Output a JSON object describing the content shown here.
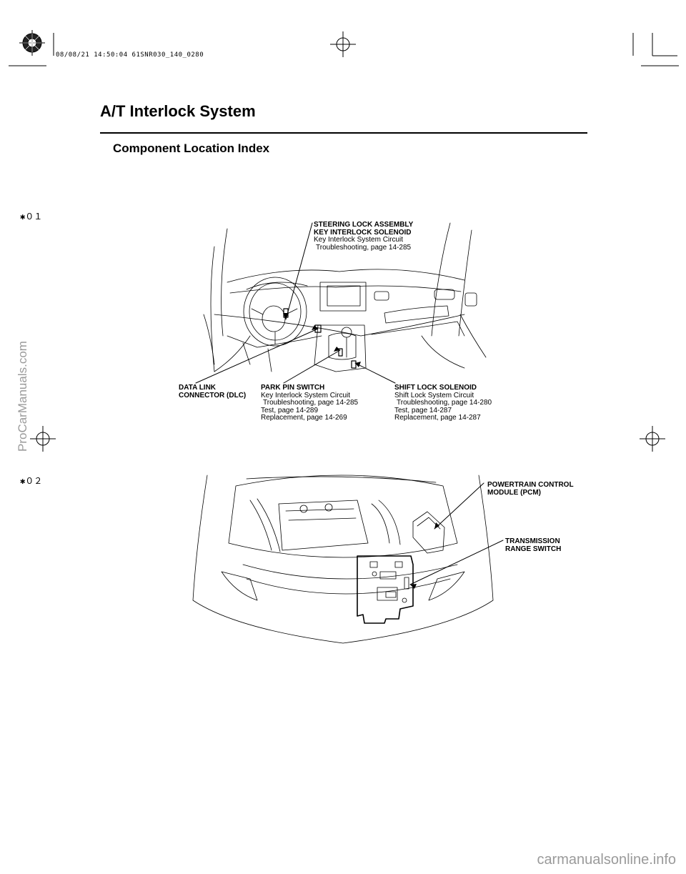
{
  "print_stamp": "08/08/21 14:50:04 61SNR030_140_0280",
  "page_title": "A/T Interlock System",
  "section_title": "Component Location Index",
  "margin_marks": [
    "✱０１",
    "✱０２"
  ],
  "side_watermark": "ProCarManuals.com",
  "footer_watermark": "carmanualsonline.info",
  "callouts": {
    "steering_lock": {
      "heading1": "STEERING LOCK ASSEMBLY",
      "heading2": "KEY INTERLOCK SOLENOID",
      "line1": "Key Interlock System Circuit",
      "line2": "Troubleshooting, page 14-285"
    },
    "dlc": {
      "heading1": "DATA LINK",
      "heading2": "CONNECTOR (DLC)"
    },
    "park_pin": {
      "heading": "PARK PIN SWITCH",
      "line1": "Key Interlock System Circuit",
      "line2": "Troubleshooting, page 14-285",
      "line3": "Test, page 14-289",
      "line4": "Replacement, page 14-269"
    },
    "shift_lock": {
      "heading": "SHIFT LOCK SOLENOID",
      "line1": "Shift Lock System Circuit",
      "line2": "Troubleshooting, page 14-280",
      "line3": "Test, page 14-287",
      "line4": "Replacement, page 14-287"
    },
    "pcm": {
      "heading1": "POWERTRAIN CONTROL",
      "heading2": "MODULE (PCM)"
    },
    "trs": {
      "heading1": "TRANSMISSION",
      "heading2": "RANGE SWITCH"
    }
  }
}
